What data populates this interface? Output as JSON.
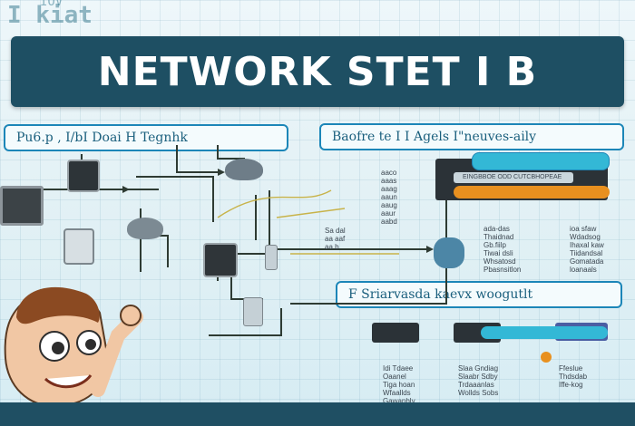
{
  "banner": {
    "title": "NETWORK STET I B"
  },
  "pills": {
    "left": "Pu6.p , I/bI Doai H Tegnhk",
    "right": "Baofre te  I I  Agels I\"neuves-aily",
    "middle": "F Sriarvasda  kaevx  woogutlt"
  },
  "labels": {
    "col_a": [
      "aaco",
      "aaas",
      "aaag",
      "aaun",
      "aaug",
      "aaur",
      "aabd"
    ],
    "col_b": [
      "Sa dal",
      "aa aaf",
      "aa b"
    ],
    "panel_caption": "EINGBBOE ODD CUTCBHOPEAE",
    "right_col_1": [
      "ada-das",
      "Thaidnad",
      "Gb.fiilp",
      "Tiwai dsli",
      "Whsatosd",
      "Pbasnsitlon"
    ],
    "right_col_2": [
      "ioa sfaw",
      "Wdadsog",
      "Ihaxal kaw",
      "Tiidandsal",
      "Gomatada",
      "loanaals"
    ],
    "bottom_1": [
      "Idi Tdaee",
      "Oaanel",
      "Tiga hoan",
      "Wfaallds",
      "Gawanbly"
    ],
    "bottom_2": [
      "Slaa Gndiag",
      "Slaabr Sdby",
      "Trdaaanlas",
      "Wollds Sobs"
    ],
    "bottom_3": [
      "Ffeslue",
      "Thdsdab",
      "Iffe-kog"
    ]
  },
  "bg_text": {
    "top": "I kiat",
    "top2": "IOV"
  },
  "colors": {
    "banner": "#1e4f63",
    "accent": "#1c86b8",
    "cyan": "#33b8d6",
    "orange": "#e8901f"
  }
}
